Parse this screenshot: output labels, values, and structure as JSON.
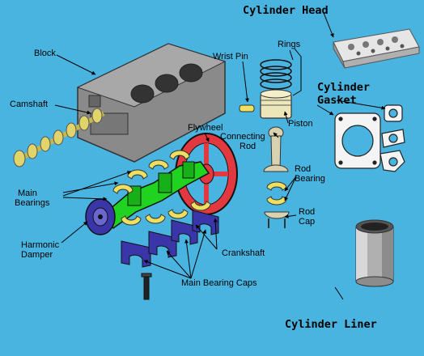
{
  "labels": {
    "cylinder_head": "Cylinder Head",
    "block": "Block",
    "wrist_pin": "Wrist Pin",
    "rings": "Rings",
    "cylinder_gasket_line1": "Cylinder",
    "cylinder_gasket_line2": "Gasket",
    "camshaft": "Camshaft",
    "flywheel": "Flywheel",
    "connecting_rod_line1": "Connecting",
    "connecting_rod_line2": "Rod",
    "piston": "Piston",
    "rod_bearing_line1": "Rod",
    "rod_bearing_line2": "Bearing",
    "main_bearings_line1": "Main",
    "main_bearings_line2": "Bearings",
    "rod_cap_line1": "Rod",
    "rod_cap_line2": "Cap",
    "harmonic_damper_line1": "Harmonic",
    "harmonic_damper_line2": "Damper",
    "crankshaft": "Crankshaft",
    "main_bearing_caps": "Main Bearing Caps",
    "cylinder_liner": "Cylinder Liner"
  },
  "colors": {
    "background": "#4ab4e0",
    "crankshaft": "#1fd320",
    "flywheel": "#e2383f",
    "bearing_caps": "#3a35a8",
    "bearings": "#ede060",
    "block": "#8a8a8a"
  }
}
